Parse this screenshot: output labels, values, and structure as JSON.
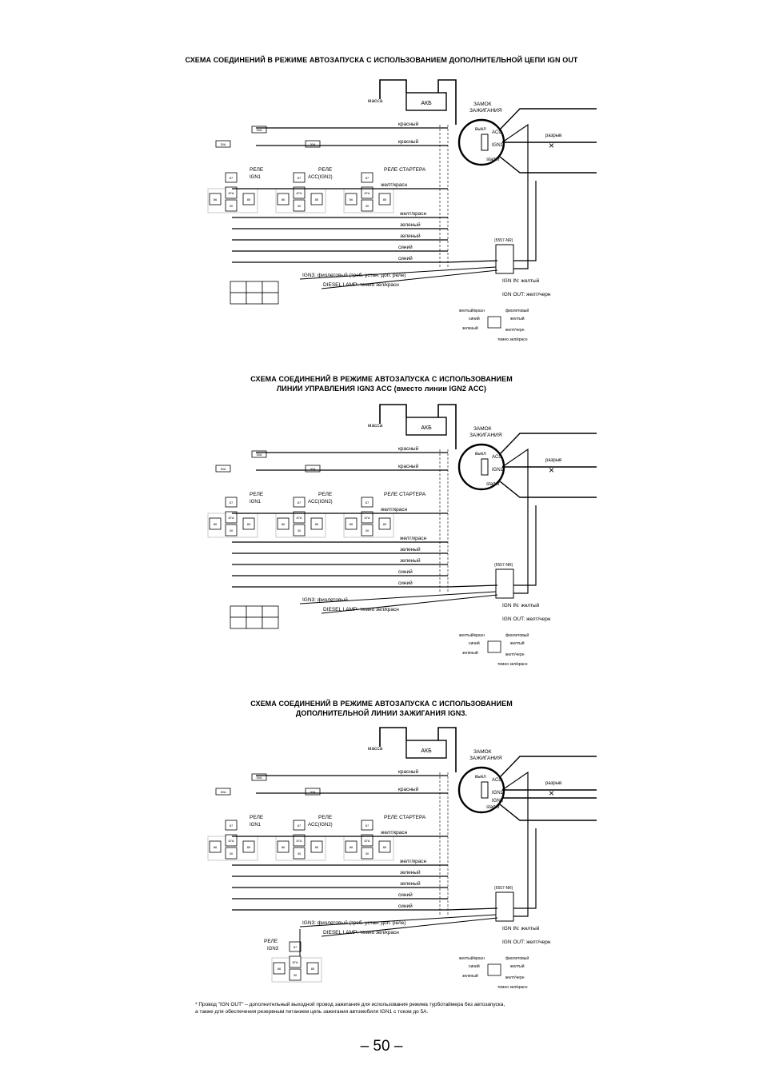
{
  "sections": [
    {
      "title_lines": [
        "СХЕМА СОЕДИНЕНИЙ В РЕЖИМЕ АВТОЗАПУСКА С ИСПОЛЬЗОВАНИЕМ ДОПОЛНИТЕЛЬНОЙ ЦЕПИ IGN OUT"
      ],
      "labels": {
        "ground": "масса",
        "battery": "АКБ",
        "lock1": "ЗАМОК",
        "lock2": "ЗАЖИГАНИЯ",
        "off": "выкл",
        "acc": "ACC",
        "ign1": "IGN1",
        "starter": "starter",
        "break": "разрыв",
        "relay": "РЕЛЕ",
        "ign1_relay": "IGN1",
        "acc_relay": "ACC(IGN2)",
        "starter_relay": "РЕЛЕ СТАРТЕРА",
        "fuse_a": "30A",
        "fuse_b": "30A",
        "fuse_c": "30A",
        "connector": "(5557-NR)",
        "ign_in": "IGN IN: желтый",
        "ign_out": "IGN OUT: желт/черн",
        "ign3": "IGN3: фиолетовый (треб. устан. доп. реле)",
        "diesel": "DIESEL LAMP: темно зел/красн"
      },
      "wires": [
        "красный",
        "красный",
        "желт/красн",
        "желт/красн",
        "зеленый",
        "зеленый",
        "синий",
        "синий"
      ],
      "pinout": [
        "желтый/красн",
        "синий",
        "зеленый",
        "фиолетовый",
        "желтый",
        "желт/черн",
        "темно зел/красн"
      ]
    },
    {
      "title_lines": [
        "СХЕМА СОЕДИНЕНИЙ В РЕЖИМЕ АВТОЗАПУСКА С ИСПОЛЬЗОВАНИЕМ",
        "ЛИНИИ УПРАВЛЕНИЯ IGN3 ACC (вместо линии IGN2 ACC)"
      ],
      "labels": {
        "ground": "масса",
        "battery": "АКБ",
        "lock1": "ЗАМОК",
        "lock2": "ЗАЖИГАНИЯ",
        "off": "выкл",
        "acc": "ACC",
        "ign1": "IGN1",
        "starter": "starter",
        "break": "разрыв",
        "relay": "РЕЛЕ",
        "ign1_relay": "IGN1",
        "acc_relay": "ACC(IGN2)",
        "starter_relay": "РЕЛЕ СТАРТЕРА",
        "fuse_a": "30A",
        "fuse_b": "30A",
        "fuse_c": "30A",
        "connector": "(5557-NR)",
        "ign_in": "IGN IN: желтый",
        "ign_out": "IGN OUT: желт/черн",
        "ign3": "IGN3: фиолетовый",
        "diesel": "DIESEL LAMP: темно зел/красн"
      },
      "wires": [
        "красный",
        "красный",
        "желт/красн",
        "желт/красн",
        "зеленый",
        "зеленый",
        "синий",
        "синий"
      ],
      "pinout": [
        "желтый/красн",
        "синий",
        "зеленый",
        "фиолетовый",
        "желтый",
        "желт/черн",
        "темно зел/красн"
      ]
    },
    {
      "title_lines": [
        "СХЕМА СОЕДИНЕНИЙ В РЕЖИМЕ АВТОЗАПУСКА С ИСПОЛЬЗОВАНИЕМ",
        "ДОПОЛНИТЕЛЬНОЙ ЛИНИИ ЗАЖИГАНИЯ IGN3."
      ],
      "labels": {
        "ground": "масса",
        "battery": "АКБ",
        "lock1": "ЗАМОК",
        "lock2": "ЗАЖИГАНИЯ",
        "off": "выкл",
        "acc": "ACC",
        "ign1": "IGN1",
        "ign3": "IGN3",
        "starter": "starter",
        "break": "разрыв",
        "relay": "РЕЛЕ",
        "ign1_relay": "IGN1",
        "acc_relay": "ACC(IGN2)",
        "starter_relay": "РЕЛЕ СТАРТЕРА",
        "ign3_relay": "IGN3",
        "fuse_a": "30A",
        "fuse_b": "30A",
        "fuse_c": "30A",
        "connector": "(5557-NR)",
        "ign_in": "IGN IN: желтый",
        "ign_out": "IGN OUT: желт/черн",
        "ign3_wire": "IGN3: фиолетовый (треб. устан. доп. реле)",
        "diesel": "DIESEL LAMP: темно зел/красн"
      },
      "wires": [
        "красный",
        "красный",
        "желт/красн",
        "желт/красн",
        "зеленый",
        "зеленый",
        "синий",
        "синий"
      ],
      "pinout": [
        "желтый/красн",
        "синий",
        "зеленый",
        "фиолетовый",
        "желтый",
        "желт/черн",
        "темно зел/красн"
      ]
    }
  ],
  "footnote": {
    "line1": "* Провод \"IGN OUT\" – дополнительный выходной провод зажигания для использования режима турботаймера без автозапуска,",
    "line2": "а также для обеспечения резервным питанием цепь зажигания автомобиля IGN1 с током до 5А."
  },
  "page_number": "– 50 –"
}
